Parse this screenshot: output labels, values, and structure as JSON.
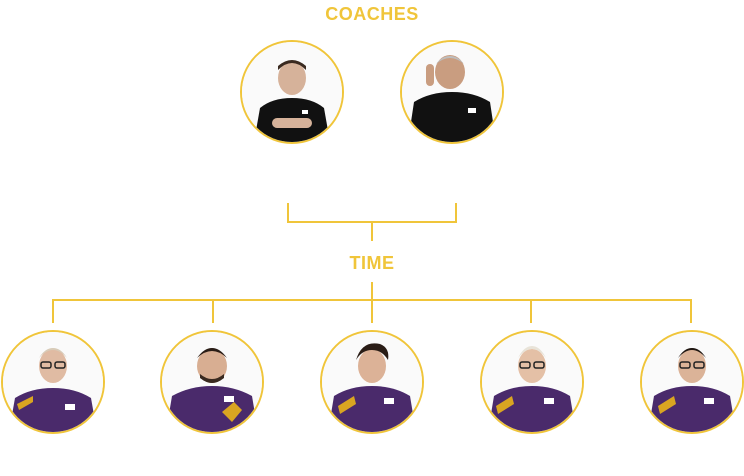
{
  "headers": {
    "coaches": "COACHES",
    "team": "TIME"
  },
  "colors": {
    "accent": "#f0c53a",
    "coach_shirt": "#111111",
    "jersey_purple": "#4a2a6b",
    "jersey_gold": "#d9a521"
  },
  "coaches": [
    {
      "icon": "coach-photo"
    },
    {
      "icon": "coach-photo"
    }
  ],
  "players": [
    {
      "icon": "player-photo"
    },
    {
      "icon": "player-photo"
    },
    {
      "icon": "player-photo"
    },
    {
      "icon": "player-photo"
    },
    {
      "icon": "player-photo"
    }
  ]
}
